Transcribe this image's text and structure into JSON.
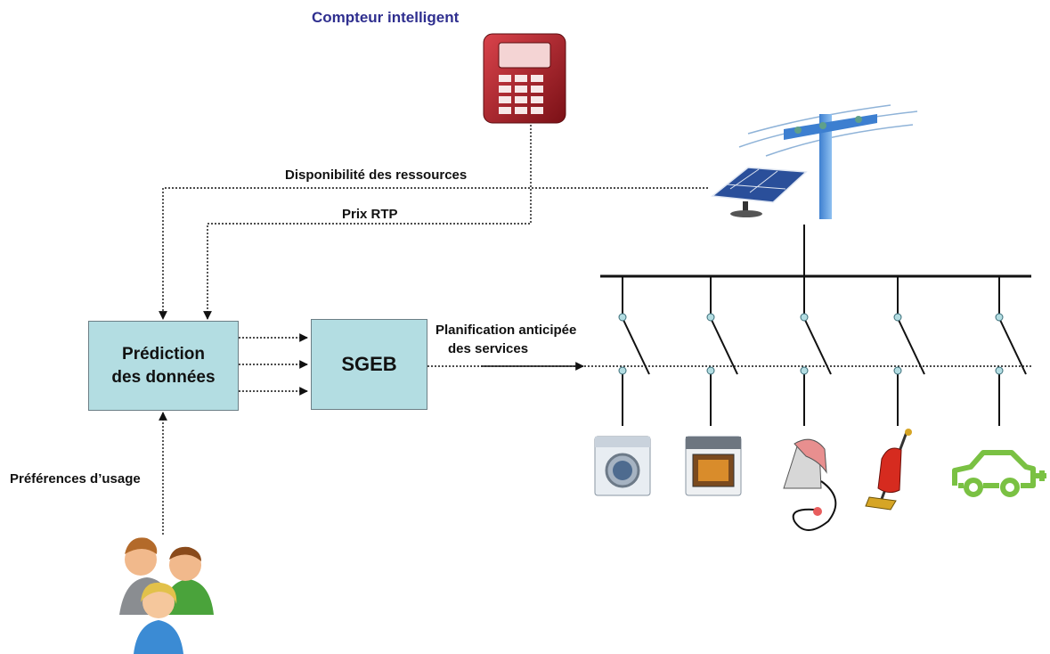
{
  "diagram": {
    "title": "Compteur intelligent",
    "boxes": {
      "prediction_line1": "Prédiction",
      "prediction_line2": "des données",
      "sgeb": "SGEB"
    },
    "labels": {
      "disponibilite": "Disponibilité des ressources",
      "prix": "Prix RTP",
      "planification_line1": "Planification anticipée",
      "planification_line2": "des services",
      "preferences": "Préférences d’usage"
    },
    "icons": [
      "smart-meter-icon",
      "solar-panel-icon",
      "power-pole-icon",
      "washing-machine-icon",
      "oven-icon",
      "iron-icon",
      "vacuum-cleaner-icon",
      "electric-car-icon",
      "users-icon"
    ],
    "colors": {
      "box_fill": "#b3dde2",
      "title": "#2f2f8f",
      "meter": "#a8232a",
      "car": "#7ac143"
    }
  }
}
